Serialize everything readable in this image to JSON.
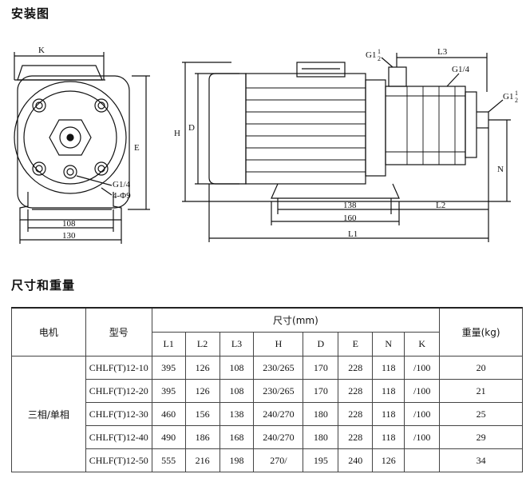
{
  "section1_title": "安装图",
  "section2_title": "尺寸和重量",
  "drawing": {
    "left_view": {
      "dim_K": "K",
      "dim_E": "E",
      "note_G14": "G1/4",
      "note_holes": "4-Φ9",
      "dim_108": "108",
      "dim_130": "130"
    },
    "side_view": {
      "dim_H": "H",
      "dim_D": "D",
      "note_G1": "G1",
      "frac_num": "1",
      "frac_den": "2",
      "dim_L3": "L3",
      "note_G14": "G1/4",
      "note_G1b": "G1",
      "dim_N": "N",
      "dim_138": "138",
      "dim_160": "160",
      "dim_L2": "L2",
      "dim_L1": "L1"
    }
  },
  "table": {
    "col_motor": "电机",
    "col_model": "型号",
    "col_size": "尺寸(mm)",
    "col_weight": "重量(kg)",
    "sub_headers": [
      "L1",
      "L2",
      "L3",
      "H",
      "D",
      "E",
      "N",
      "K"
    ],
    "motor_type": "三相/单相",
    "rows": [
      {
        "model": "CHLF(T)12-10",
        "L1": "395",
        "L2": "126",
        "L3": "108",
        "H": "230/265",
        "D": "170",
        "E": "228",
        "N": "118",
        "K": "/100",
        "weight": "20"
      },
      {
        "model": "CHLF(T)12-20",
        "L1": "395",
        "L2": "126",
        "L3": "108",
        "H": "230/265",
        "D": "170",
        "E": "228",
        "N": "118",
        "K": "/100",
        "weight": "21"
      },
      {
        "model": "CHLF(T)12-30",
        "L1": "460",
        "L2": "156",
        "L3": "138",
        "H": "240/270",
        "D": "180",
        "E": "228",
        "N": "118",
        "K": "/100",
        "weight": "25"
      },
      {
        "model": "CHLF(T)12-40",
        "L1": "490",
        "L2": "186",
        "L3": "168",
        "H": "240/270",
        "D": "180",
        "E": "228",
        "N": "118",
        "K": "/100",
        "weight": "29"
      },
      {
        "model": "CHLF(T)12-50",
        "L1": "555",
        "L2": "216",
        "L3": "198",
        "H": "270/",
        "D": "195",
        "E": "240",
        "N": "126",
        "K": "",
        "weight": "34"
      }
    ]
  }
}
